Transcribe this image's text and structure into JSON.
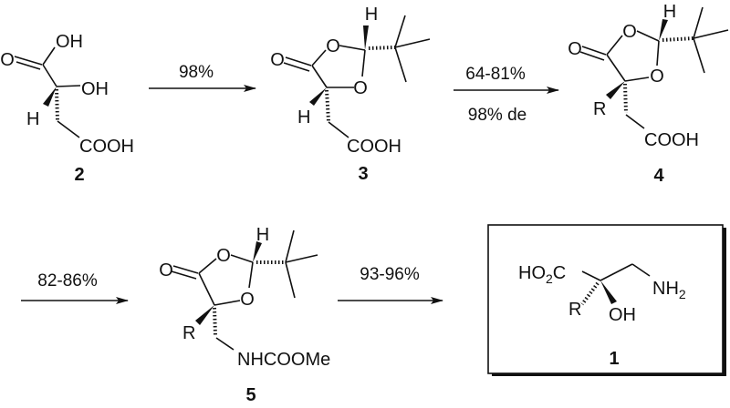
{
  "scheme": {
    "arrows": [
      {
        "above": "98%",
        "below": ""
      },
      {
        "above": "64-81%",
        "below": "98% de"
      },
      {
        "above": "82-86%",
        "below": ""
      },
      {
        "above": "93-96%",
        "below": ""
      }
    ],
    "compound_2": {
      "label": "2",
      "atoms": [
        "O",
        "OH",
        "OH",
        "H",
        "COOH"
      ]
    },
    "compound_3": {
      "label": "3",
      "atoms": [
        "O",
        "O",
        "H",
        "O",
        "H",
        "COOH"
      ]
    },
    "compound_4": {
      "label": "4",
      "atoms": [
        "O",
        "O",
        "H",
        "O",
        "R",
        "COOH"
      ]
    },
    "compound_5": {
      "label": "5",
      "atoms": [
        "O",
        "O",
        "H",
        "O",
        "R",
        "NHCOOMe"
      ]
    },
    "compound_1": {
      "label": "1",
      "atoms": [
        "HO",
        "2",
        "C",
        "NH",
        "2",
        "R",
        "OH"
      ],
      "boxed": true
    }
  }
}
